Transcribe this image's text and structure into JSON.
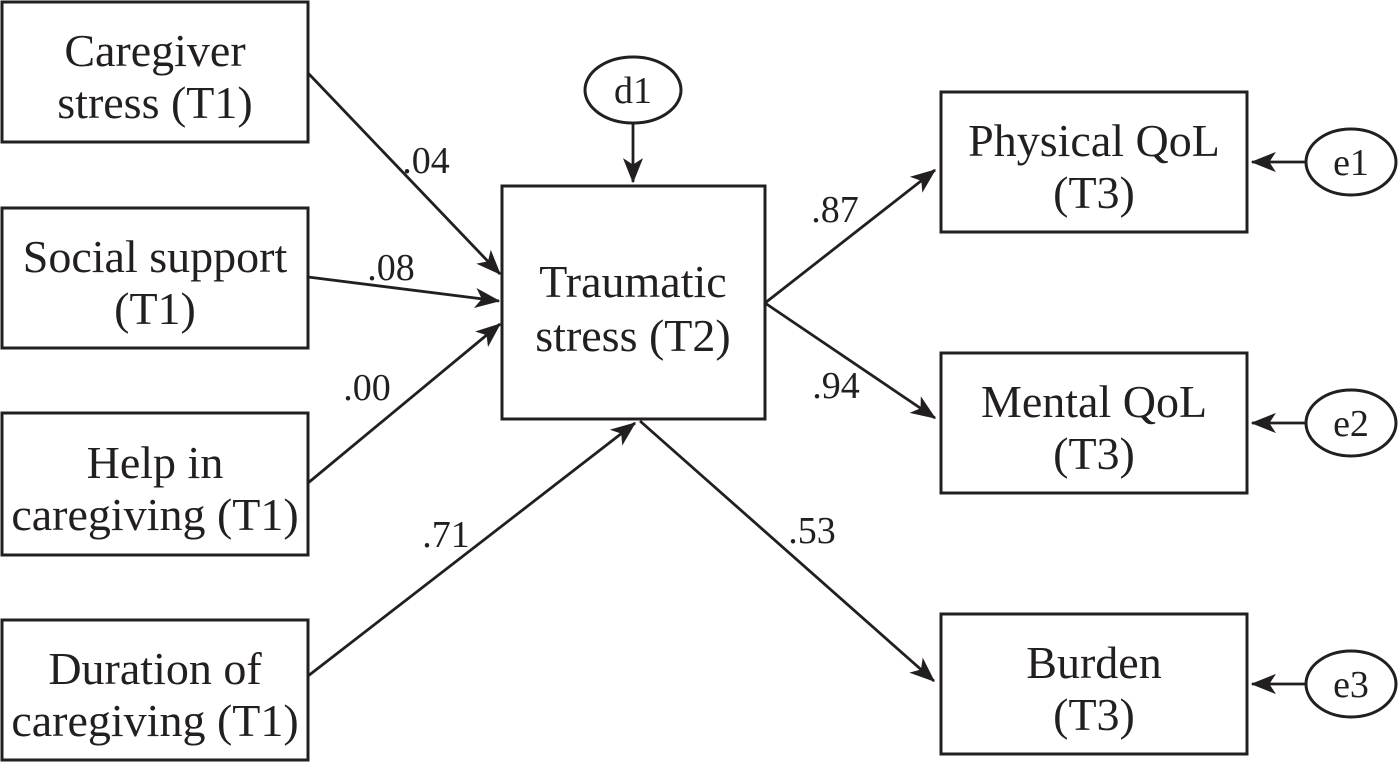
{
  "figure": {
    "type": "sem-path-diagram",
    "background_color": "#ffffff",
    "ink_color": "#231f20",
    "nodes": {
      "caregiver_stress": {
        "line1": "Caregiver",
        "line2": "stress (T1)"
      },
      "social_support": {
        "line1": "Social support",
        "line2": "(T1)"
      },
      "help_in_caregiving": {
        "line1": "Help in",
        "line2": "caregiving (T1)"
      },
      "duration_of_caregiving": {
        "line1": "Duration of",
        "line2": "caregiving (T1)"
      },
      "traumatic_stress": {
        "line1": "Traumatic",
        "line2": "stress (T2)"
      },
      "physical_qol": {
        "line1": "Physical QoL",
        "line2": "(T3)"
      },
      "mental_qol": {
        "line1": "Mental QoL",
        "line2": "(T3)"
      },
      "burden": {
        "line1": "Burden",
        "line2": "(T3)"
      },
      "d1": {
        "label": "d1"
      },
      "e1": {
        "label": "e1"
      },
      "e2": {
        "label": "e2"
      },
      "e3": {
        "label": "e3"
      }
    },
    "paths": [
      {
        "from": "Caregiver stress (T1)",
        "to": "Traumatic stress (T2)",
        "coefficient": ".04"
      },
      {
        "from": "Social support (T1)",
        "to": "Traumatic stress (T2)",
        "coefficient": ".08"
      },
      {
        "from": "Help in caregiving (T1)",
        "to": "Traumatic stress (T2)",
        "coefficient": ".00"
      },
      {
        "from": "Duration of caregiving (T1)",
        "to": "Traumatic stress (T2)",
        "coefficient": ".71"
      },
      {
        "from": "Traumatic stress (T2)",
        "to": "Physical QoL (T3)",
        "coefficient": ".87"
      },
      {
        "from": "Traumatic stress (T2)",
        "to": "Mental QoL (T3)",
        "coefficient": ".94"
      },
      {
        "from": "Traumatic stress (T2)",
        "to": "Burden (T3)",
        "coefficient": ".53"
      }
    ],
    "error_paths": [
      {
        "from": "d1",
        "to": "Traumatic stress (T2)"
      },
      {
        "from": "e1",
        "to": "Physical QoL (T3)"
      },
      {
        "from": "e2",
        "to": "Mental QoL (T3)"
      },
      {
        "from": "e3",
        "to": "Burden (T3)"
      }
    ]
  }
}
